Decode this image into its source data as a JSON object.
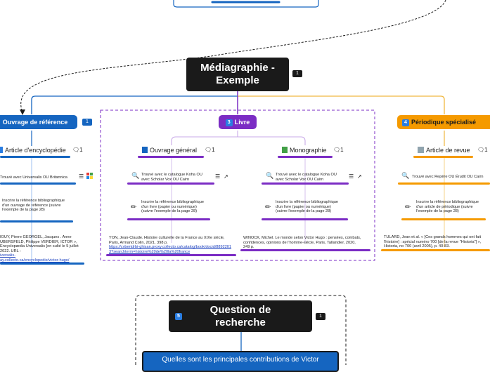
{
  "central": {
    "title": "Médiagraphie - Exemple",
    "comments": "1"
  },
  "question": {
    "title": "Question de recherche",
    "num": "5",
    "comments": "1",
    "answer": "Quelles sont les principales contributions de Victor"
  },
  "branches": {
    "reference": {
      "title": "Ouvrage de référence",
      "comments": "1",
      "topic": "Article d'encyclopédie",
      "topic_comments": "1",
      "found": "Trouvé avec Universalis OU Britannica",
      "instructions": "Inscrire la référence bibliographique d'un ouvrage de référence (suivre l'exemple de la page 28)",
      "ref_text": "IOUY, Pierre GEORGEL, Jacques . Anne UBERSFELD, Philippe VERDIER, ICTOR », Encyclopædia Universalis [en sulté le 5 juillet 2022. URL :",
      "ref_link1": "iversalis-",
      "ref_link2": "ay.collecto.ca/encyclopedie/victor-hugo/"
    },
    "livre": {
      "num": "3",
      "title": "Livre",
      "general": {
        "topic": "Ouvrage général",
        "comments": "1",
        "found": "Trouvé avec le catalogue Koha OU avec Scholar Vox OU Cairn",
        "instructions": "Inscrire la référence bibliographique d'un livre (papier ou numérique) (suivre l'exemple de la page 28)",
        "ref_text": "YON, Jean-Claude. Histoire culturelle de la France au XIXe siècle, Paris, Armand Colin, 2021, 398 p.",
        "ref_link": "https://cvbertdrbi-ghisan.proxy.collecto.ca/catalog/book/docid/88922013?searchterm=histoire%20de%20la%20france"
      },
      "mono": {
        "topic": "Monographie",
        "comments": "1",
        "found": "Trouvé avec le catalogue Koha OU avec Scholar Vox OU Cairn",
        "instructions": "Inscrire la référence bibliographique d'un livre (papier ou numérique) (suivre l'exemple de la page 28)",
        "ref_text": "WINOCK, Michel. Le monde selon Victor Hugo : pensées, combats, confidences, opinions de l'homme-siècle, Paris, Tallandier, 2020, 249 p."
      }
    },
    "periodique": {
      "num": "4",
      "title": "Périodique spécialisé",
      "topic": "Article de revue",
      "topic_comments": "1",
      "found": "Trouvé avec Repère OU Érudit OU Cairn",
      "instructions": "Inscrire la référence bibliographique d'un article de périodique (suivre l'exemple de la page 28)",
      "ref_text": "TULARD, Jean et al. « [Ces grands hommes qui ont fait l'histoire] : spécial numéro 700 [de la revue \"Historia\"] », Historia, no 700 (avril 2005), p. 40-83."
    }
  },
  "colors": {
    "blue": "#1565c0",
    "purple": "#7b2cc4",
    "orange": "#f59a00",
    "dark": "#1a1a1a",
    "yellowline": "#f0b840"
  }
}
